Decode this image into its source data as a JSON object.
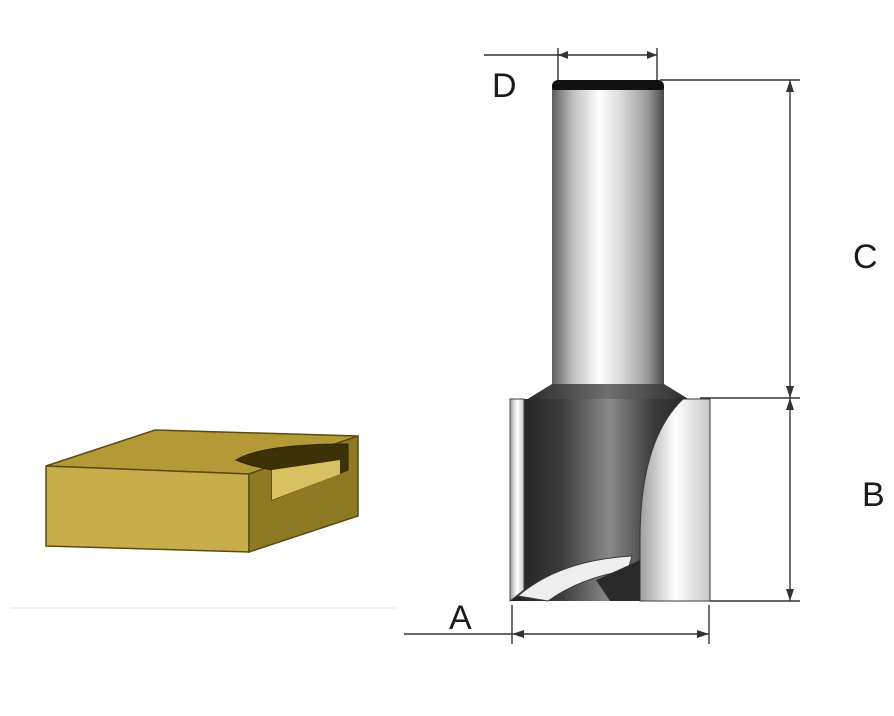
{
  "labels": {
    "a": "A",
    "b": "B",
    "c": "C",
    "d": "D"
  },
  "colors": {
    "workpiece_front": "#c9b04e",
    "workpiece_top": "#b59a38",
    "workpiece_side": "#8f7a26",
    "workpiece_edge": "#5a4a10",
    "groove_inner": "#d6bf5a",
    "shank_light": "#f4f4f4",
    "shank_dark": "#6b6b6b",
    "cutter_dark": "#2e2e2e",
    "cutter_mid": "#7c7c7c",
    "dimension_line": "#333333"
  },
  "icons": {
    "workpiece": "grooved-wood-block-icon",
    "router_bit": "straight-router-bit-icon"
  }
}
